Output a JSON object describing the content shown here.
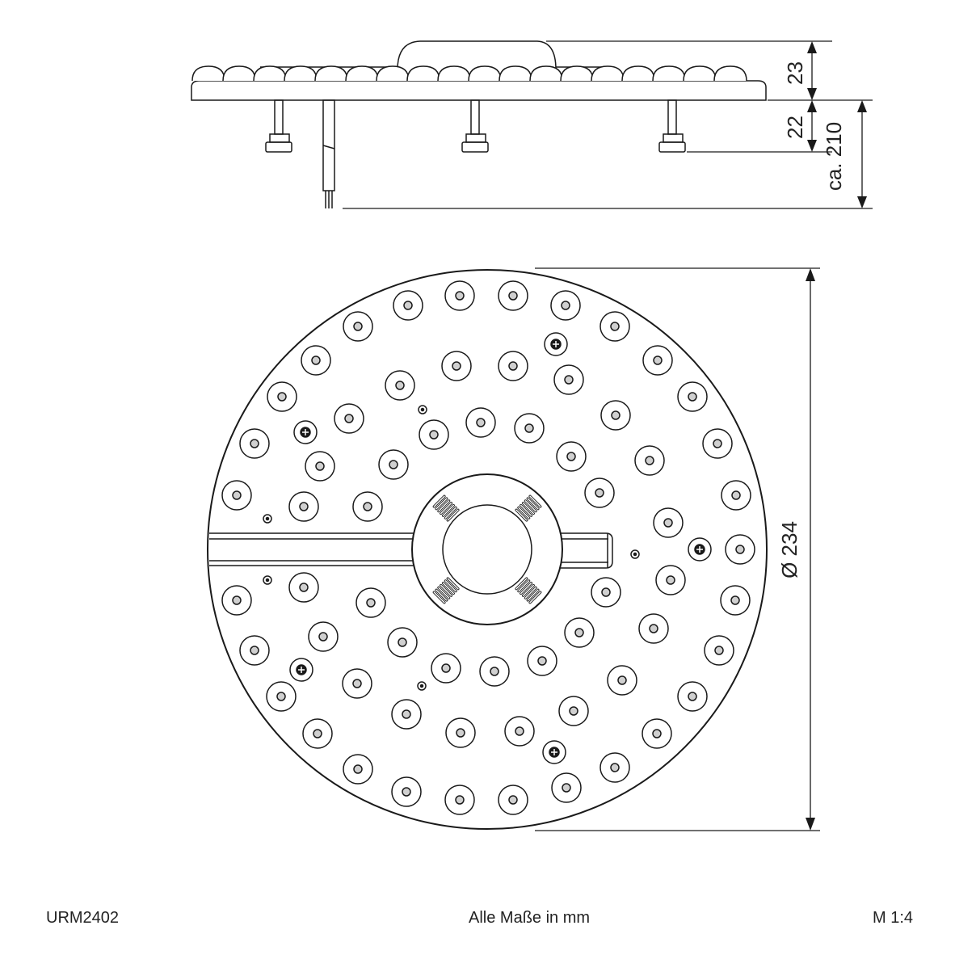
{
  "dimensions": {
    "dome_height": "23",
    "pin_length": "22",
    "cable_length": "ca. 210",
    "diameter": "Ø 234"
  },
  "footer": {
    "model": "URM2402",
    "note": "Alle Maße in mm",
    "scale": "M 1:4"
  },
  "colors": {
    "line": "#1a1a1a",
    "led_core": "#d0d0d0"
  }
}
